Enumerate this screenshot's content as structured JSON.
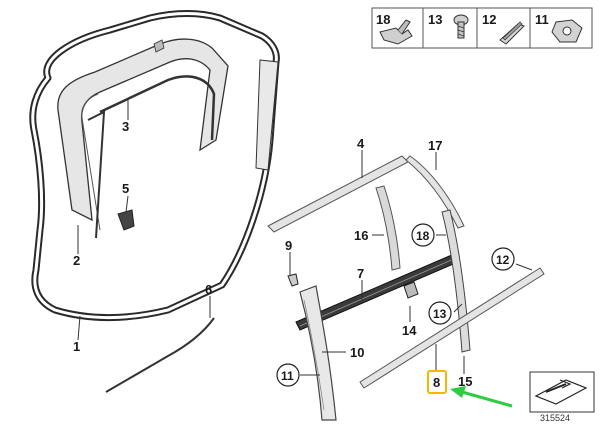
{
  "legend": [
    {
      "number": "18",
      "icon": "clip-bracket-icon"
    },
    {
      "number": "13",
      "icon": "screw-icon"
    },
    {
      "number": "12",
      "icon": "edge-clip-icon"
    },
    {
      "number": "11",
      "icon": "nut-clip-icon"
    }
  ],
  "callouts": {
    "p1": "1",
    "p2": "2",
    "p3": "3",
    "p4": "4",
    "p5": "5",
    "p6": "6",
    "p7": "7",
    "p8": "8",
    "p9": "9",
    "p10": "10",
    "p11": "11",
    "p12": "12",
    "p13": "13",
    "p14": "14",
    "p15": "15",
    "p16": "16",
    "p17": "17",
    "p18": "18"
  },
  "highlight": {
    "part": "8",
    "box_color": "#f5b800",
    "arrow_color": "#2ecc40"
  },
  "diagram_ref": "315524"
}
